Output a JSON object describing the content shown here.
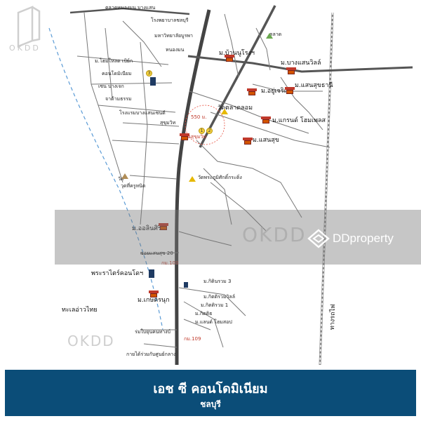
{
  "brand": {
    "logo_text": "OKDD",
    "watermark_text": "OKDD",
    "dd_text": "DDproperty"
  },
  "footer": {
    "title": "เอช ซี คอนโดมิเนียม",
    "subtitle": "ชลบุรี",
    "background": "#0b4d78"
  },
  "map": {
    "labels": {
      "mooban_nogkoa": "ม.บ้านนูโรงฯ",
      "mooban_banklong": "ม.บางแสนวิลล์",
      "mooban_usukjarn": "ม.อยู่เจริญ",
      "mooban_saensuk": "ม.แสนสุขธานี",
      "mooban_grand": "ม.แกรนด์ โฮมเพลส",
      "mooban_saensuk2": "ม.แสนสุข",
      "wat_talad": "วัดตลาดลอม",
      "radius": "550 ม.",
      "red_road1": "ถนนสุขุมวิท",
      "lbl_phupha": "วัดพระภูมิศักดิ์กระดิ่ง",
      "mooban_olsin": "ม.ออลินศิริ",
      "lbl_saensuk20": "ซอยแสนสุข 20",
      "red_km": "กม.100",
      "lbl_phra": "พระราไตร์คอนโดฯ",
      "lbl_kanya": "ม.เกษตรนุก",
      "lbl_kirin1": "ม.กิดินรวม 3",
      "lbl_kirin2": "ม.กิตติรวมวิลล์",
      "lbl_kirin3": "ม.กิตติรวม 1",
      "lbl_kirin4": "ม.กิตติธ",
      "lbl_land": "ม.แลนด์ โฮมสอป",
      "sea": "ทะเลอ่าวไทย",
      "rail": "ทางรถไฟ",
      "red_km2": "กม.109",
      "lbl_bottom1": "ร่มใบยุนคนทางบ์",
      "lbl_bottom2": "กายได้ร่วมกับศูนย์กลาง",
      "lbl_top_a": "ตลาดหนองมน บางแสน",
      "lbl_top_b": "โรงพยาบาลชลบุรี",
      "lbl_top_c": "มหาวิทยาลัยบูรพา",
      "lbl_top_d": "หนองมน",
      "lbl_left_a": "ม.โฮมโหลด เป้ย์ก",
      "lbl_left_b": "คอนโดมิเนียม",
      "lbl_left_c": "เซน บางเจก",
      "lbl_left_d": "จาต้ามธรรม",
      "lbl_left_e": "โรงแรมบางแสนเซนต์",
      "lbl_sukhumvit": "สุขุมวิท",
      "lbl_school": "วุดที่ครูหนิด",
      "lbl_market": "ตลาด",
      "lbl_wat2": "วัด"
    },
    "pins": [
      "1",
      "2",
      "3"
    ],
    "icons": [
      "house-icon",
      "condo-building-icon",
      "temple-icon",
      "pin-icon"
    ]
  }
}
